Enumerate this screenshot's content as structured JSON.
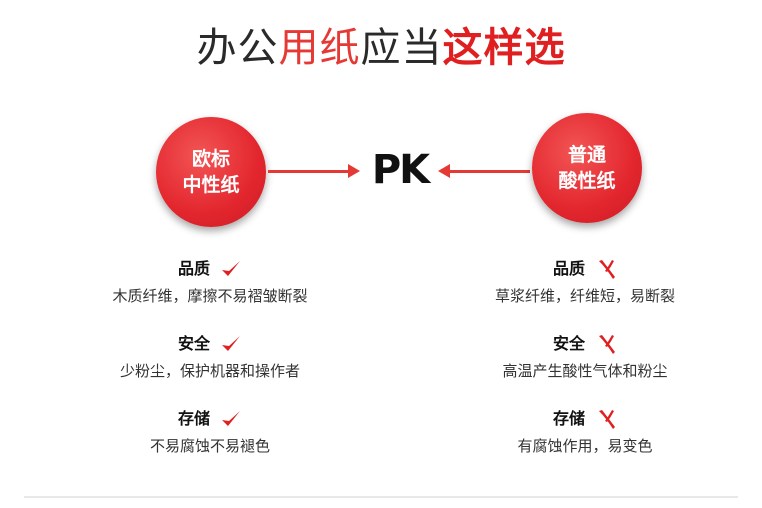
{
  "title": {
    "part1": "办公",
    "part2": "用纸",
    "part3": "应当",
    "part4": "这样选"
  },
  "left_circle": {
    "line1": "欧标",
    "line2": "中性纸"
  },
  "right_circle": {
    "line1": "普通",
    "line2": "酸性纸"
  },
  "pk_text": "PK",
  "left_items": [
    {
      "heading": "品质",
      "desc": "木质纤维，摩擦不易褶皱断裂",
      "mark_icon": "check-icon"
    },
    {
      "heading": "安全",
      "desc": "少粉尘，保护机器和操作者",
      "mark_icon": "check-icon"
    },
    {
      "heading": "存储",
      "desc": "不易腐蚀不易褪色",
      "mark_icon": "check-icon"
    }
  ],
  "right_items": [
    {
      "heading": "品质",
      "desc": "草浆纤维，纤维短，易断裂",
      "mark_icon": "cross-icon"
    },
    {
      "heading": "安全",
      "desc": "高温产生酸性气体和粉尘",
      "mark_icon": "cross-icon"
    },
    {
      "heading": "存储",
      "desc": "有腐蚀作用，易变色",
      "mark_icon": "cross-icon"
    }
  ],
  "colors": {
    "accent": "#e53935",
    "text": "#222222"
  }
}
